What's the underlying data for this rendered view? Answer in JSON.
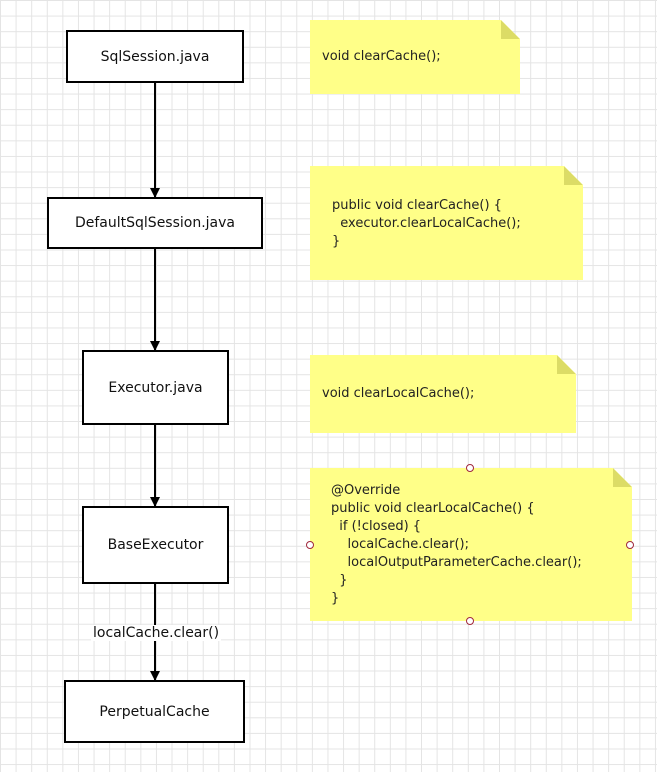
{
  "nodes": [
    {
      "id": "sqlsession",
      "label": "SqlSession.java"
    },
    {
      "id": "defaultsqlsession",
      "label": "DefaultSqlSession.java"
    },
    {
      "id": "executor",
      "label": "Executor.java"
    },
    {
      "id": "baseexecutor",
      "label": "BaseExecutor"
    },
    {
      "id": "perpetualcache",
      "label": "PerpetualCache"
    }
  ],
  "edges": [
    {
      "from": "sqlsession",
      "to": "defaultsqlsession",
      "label": ""
    },
    {
      "from": "defaultsqlsession",
      "to": "executor",
      "label": ""
    },
    {
      "from": "executor",
      "to": "baseexecutor",
      "label": ""
    },
    {
      "from": "baseexecutor",
      "to": "perpetualcache",
      "label": "localCache.clear()"
    }
  ],
  "notes": [
    {
      "id": "note-sqlsession",
      "text": "void clearCache();"
    },
    {
      "id": "note-defaultsqlsession",
      "text": "public void clearCache() {\n  executor.clearLocalCache();\n}"
    },
    {
      "id": "note-executor",
      "text": "void clearLocalCache();"
    },
    {
      "id": "note-baseexecutor",
      "text": "@Override\npublic void clearLocalCache() {\n  if (!closed) {\n    localCache.clear();\n    localOutputParameterCache.clear();\n  }\n}"
    }
  ],
  "colors": {
    "note_fill": "#ffff88",
    "note_fold": "#dcdc66",
    "node_border": "#000000",
    "grid": "#e4e4e4",
    "selection_handle": "#a0283c"
  }
}
